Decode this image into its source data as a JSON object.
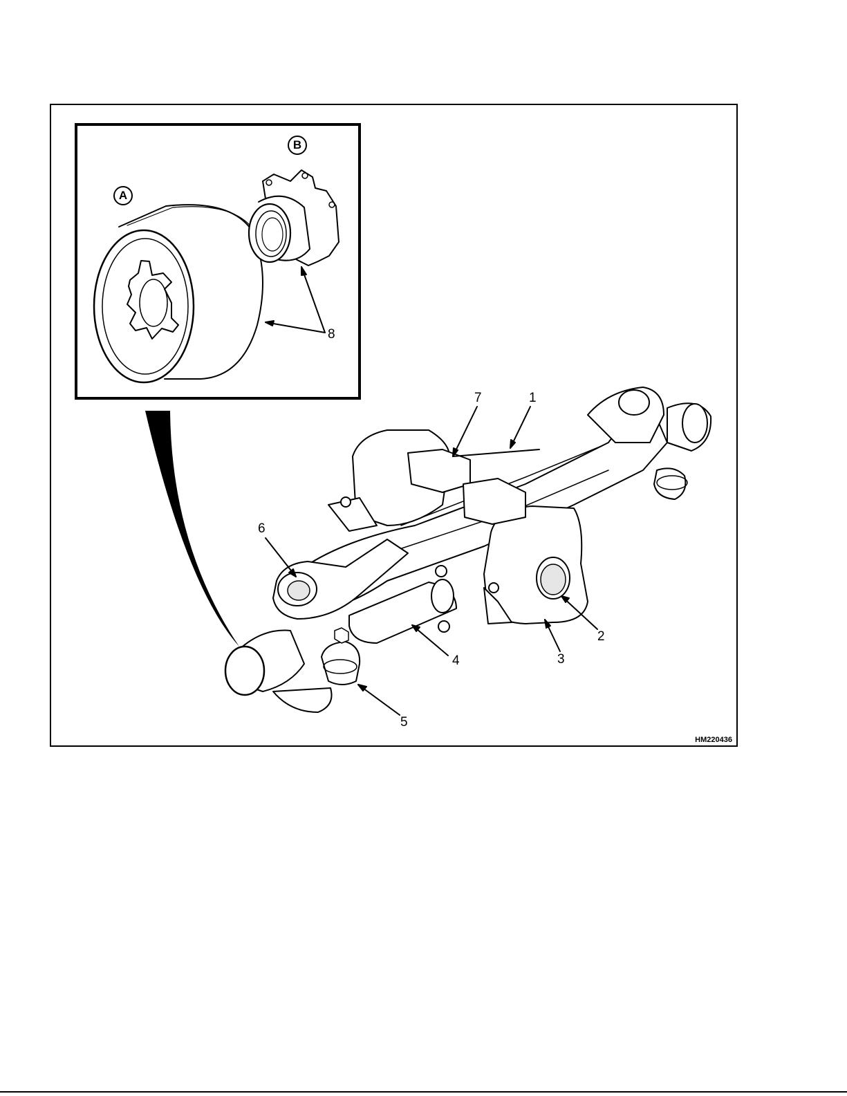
{
  "figure": {
    "id": "HM220436",
    "inset_letters": [
      "A",
      "B"
    ],
    "callouts": [
      "1",
      "2",
      "3",
      "4",
      "5",
      "6",
      "7",
      "8"
    ]
  },
  "colors": {
    "line": "#000000",
    "fill": "#ffffff",
    "shade": "#e6e6e6"
  }
}
